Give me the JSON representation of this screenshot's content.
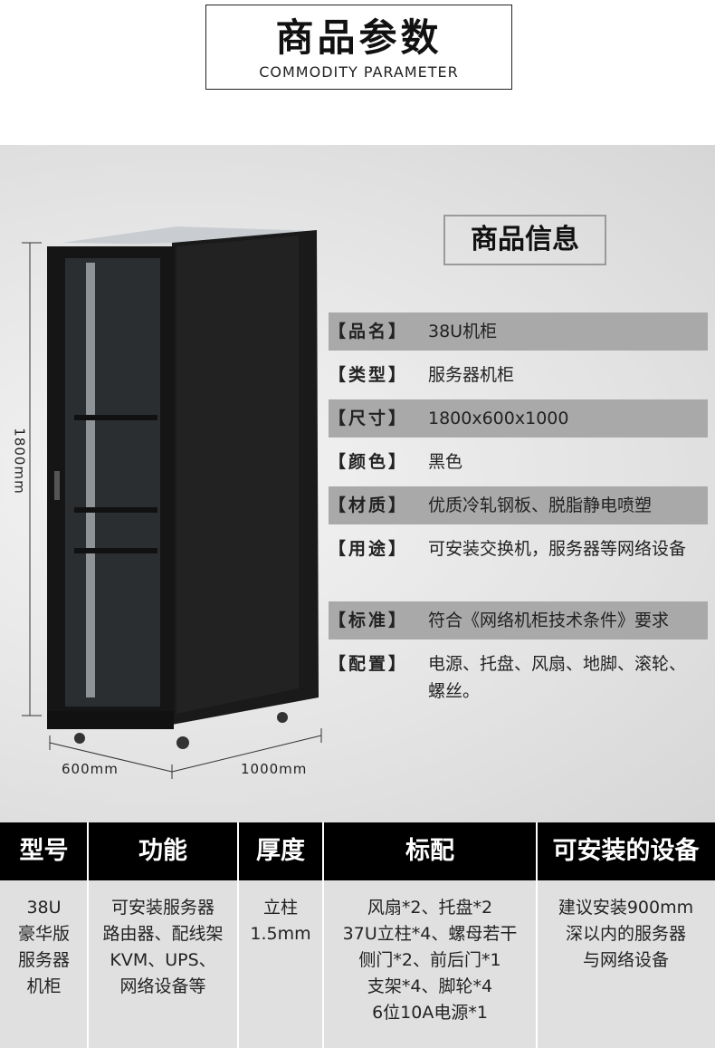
{
  "header": {
    "title_cn": "商品参数",
    "title_en": "COMMODITY PARAMETER"
  },
  "info": {
    "title": "商品信息",
    "rows": [
      {
        "key": "【品名】",
        "value": "38U机柜"
      },
      {
        "key": "【类型】",
        "value": "服务器机柜"
      },
      {
        "key": "【尺寸】",
        "value": "1800x600x1000"
      },
      {
        "key": "【颜色】",
        "value": "黑色"
      },
      {
        "key": "【材质】",
        "value": "优质冷轧钢板、脱脂静电喷塑"
      },
      {
        "key": "【用途】",
        "value": "可安装交换机，服务器等网络设备"
      },
      {
        "key": "【标准】",
        "value": "符合《网络机柜技术条件》要求"
      },
      {
        "key": "【配置】",
        "value": "电源、托盘、风扇、地脚、滚轮、螺丝。"
      }
    ]
  },
  "dimensions": {
    "height": "1800mm",
    "width": "600mm",
    "depth": "1000mm"
  },
  "table": {
    "headers": [
      "型号",
      "功能",
      "厚度",
      "标配",
      "可安装的设备"
    ],
    "cells": [
      [
        "38U",
        "豪华版",
        "服务器",
        "机柜"
      ],
      [
        "可安装服务器",
        "路由器、配线架",
        "KVM、UPS、",
        "网络设备等"
      ],
      [
        "立柱",
        "1.5mm"
      ],
      [
        "风扇*2、托盘*2",
        "37U立柱*4、螺母若干",
        "侧门*2、前后门*1",
        "支架*4、脚轮*4",
        "6位10A电源*1"
      ],
      [
        "建议安装900mm",
        "深以内的服务器",
        "与网络设备"
      ]
    ]
  }
}
